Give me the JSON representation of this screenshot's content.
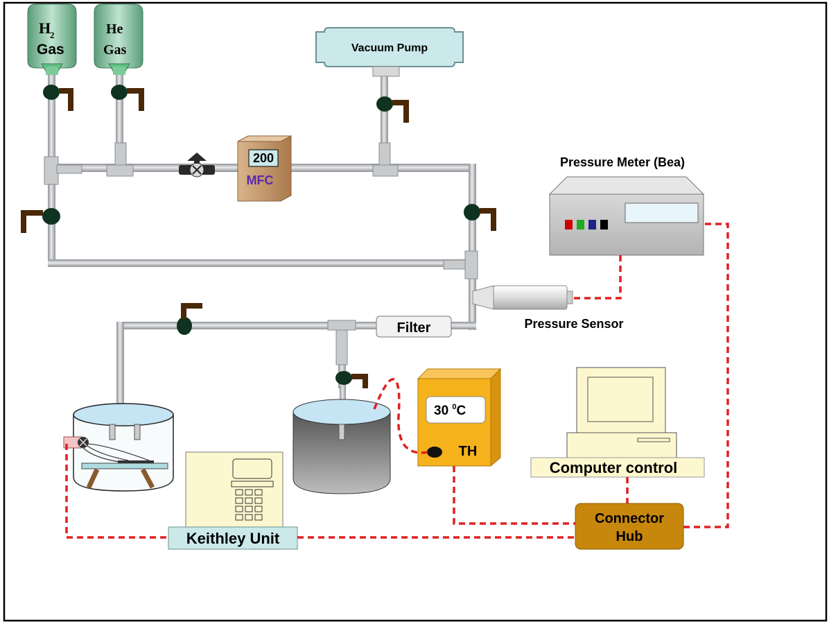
{
  "gases": {
    "h2": {
      "symbol": "H",
      "subscript": "2",
      "word": "Gas"
    },
    "he": {
      "symbol": "He",
      "word": "Gas"
    }
  },
  "vacuum_pump": {
    "label": "Vacuum Pump"
  },
  "mfc": {
    "reading": "200",
    "label": "MFC"
  },
  "pressure_meter": {
    "label": "Pressure Meter (Bea)",
    "indicator_colors": [
      "#d00000",
      "#22aa22",
      "#222288",
      "#000000"
    ]
  },
  "pressure_sensor": {
    "label": "Pressure Sensor"
  },
  "filter": {
    "label": "Filter"
  },
  "thermostat": {
    "temp_value": "30 ",
    "temp_degree": "0",
    "temp_unit": "C",
    "label": "TH"
  },
  "computer": {
    "label": "Computer control"
  },
  "hub": {
    "line1": "Connector",
    "line2": "Hub"
  },
  "keithley": {
    "label": "Keithley Unit"
  },
  "colors": {
    "pipe": "#b8bbbf",
    "valve": "#0f3320",
    "handle": "#4a2808",
    "wire": "#e02020",
    "mfc": "#c79a6a",
    "th": "#f5b21b",
    "hub": "#c7870d",
    "teal_label": "#cce9ea"
  }
}
